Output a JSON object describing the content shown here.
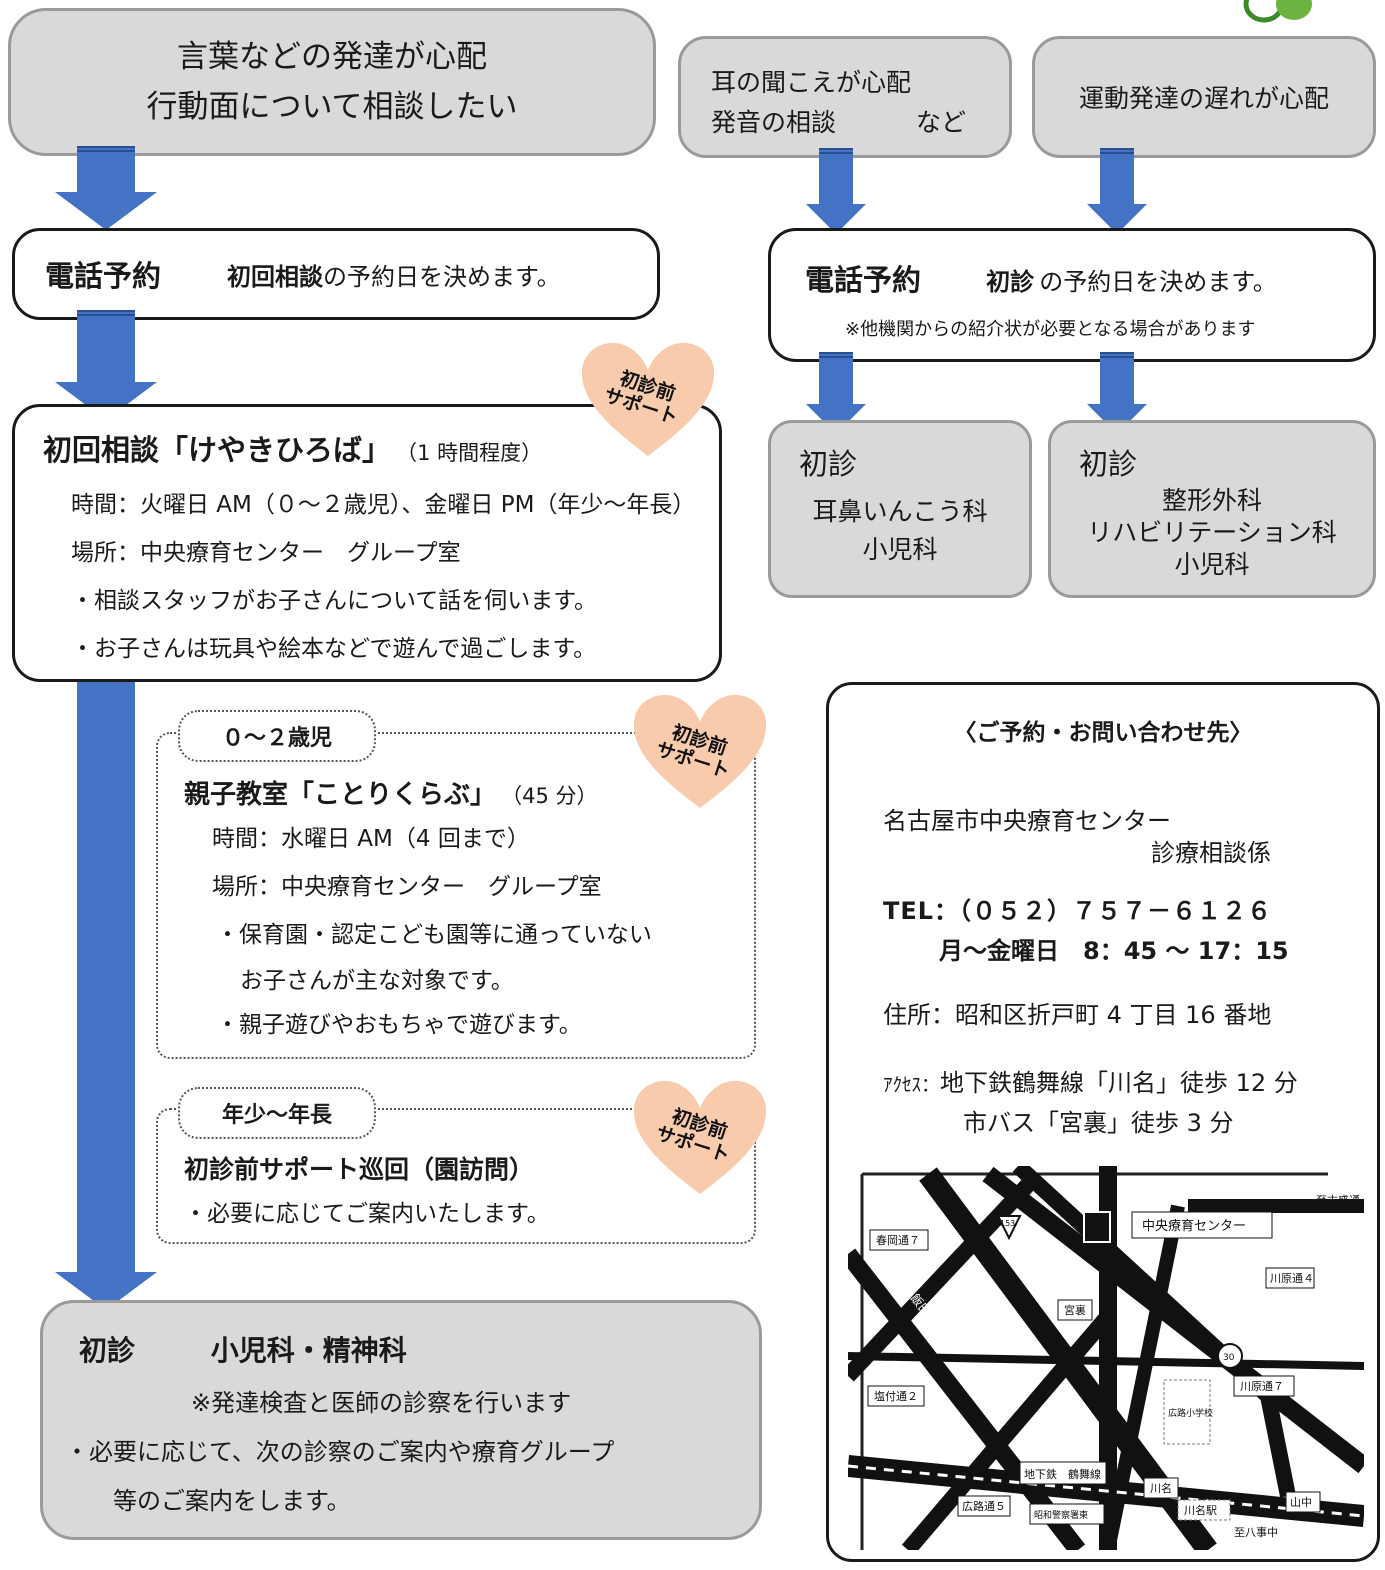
{
  "left": {
    "top_box": {
      "line1": "言葉などの発達が心配",
      "line2": "行動面について相談したい"
    },
    "phone": {
      "label": "電話予約",
      "bold": "初回相談",
      "rest": "の予約日を決めます。"
    },
    "first_consult": {
      "title": "初回相談「けやきひろば」",
      "duration": "（1 時間程度）",
      "time": "時間：火曜日 AM（０～２歳児）、金曜日 PM（年少～年長）",
      "place": "場所：中央療育センター　グループ室",
      "bullet1": "・相談スタッフがお子さんについて話を伺います。",
      "bullet2": "・お子さんは玩具や絵本などで遊んで過ごします。"
    },
    "kotori": {
      "tag": "０～２歳児",
      "title": "親子教室「ことりくらぶ」",
      "duration": "（45 分）",
      "time": "時間：水曜日 AM（4 回まで）",
      "place": "場所：中央療育センター　グループ室",
      "bullet1a": "・保育園・認定こども園等に通っていない",
      "bullet1b": "お子さんが主な対象です。",
      "bullet2": "・親子遊びやおもちゃで遊びます。"
    },
    "visit": {
      "tag": "年少～年長",
      "title": "初診前サポート巡回（園訪問）",
      "bullet": "・必要に応じてご案内いたします。"
    },
    "final": {
      "label": "初診",
      "depts": "小児科・精神科",
      "note": "※発達検査と医師の診察を行います",
      "bullet_a": "・必要に応じて、次の診察のご案内や療育グループ",
      "bullet_b": "等のご案内をします。"
    }
  },
  "heart_label_line1": "初診前",
  "heart_label_line2": "サポート",
  "right": {
    "hearing_box": {
      "line1": "耳の聞こえが心配",
      "line2a": "発音の相談",
      "line2b": "など"
    },
    "motor_box": {
      "line1": "運動発達の遅れが心配"
    },
    "phone": {
      "label": "電話予約",
      "bold": "初診",
      "rest": "の予約日を決めます。",
      "note": "※他機関からの紹介状が必要となる場合があります"
    },
    "ent": {
      "label": "初診",
      "dept1": "耳鼻いんこう科",
      "dept2": "小児科"
    },
    "ortho": {
      "label": "初診",
      "dept1": "整形外科",
      "dept2": "リハビリテーション科",
      "dept3": "小児科"
    }
  },
  "contact": {
    "heading": "〈ご予約・お問い合わせ先〉",
    "org": "名古屋市中央療育センター",
    "dept": "診療相談係",
    "tel": "TEL：（０５２）７５７－６１２６",
    "hours": "月～金曜日　8：45 ～ 17：15",
    "address": "住所：昭和区折戸町 4 丁目 16 番地",
    "access_label": "ｱｸｾｽ：",
    "access1": "地下鉄鶴舞線「川名」徒歩 12 分",
    "access2": "市バス「宮裏」徒歩 3 分"
  },
  "map": {
    "center": "中央療育センター",
    "to_suemori": "至末盛通",
    "harunaoka": "春岡通７",
    "route153": "153",
    "kawahara4": "川原通４",
    "iida": "飯田街道",
    "miyaura": "宮裏",
    "route30": "30",
    "kawahara7": "川原通７",
    "shiotsuke": "塩付通２",
    "school": "広路小学校",
    "subway": "地下鉄　鶴舞線",
    "kawana": "川名",
    "hirojidori": "広路通５",
    "police": "昭和警察署東",
    "kawana_station": "川名駅",
    "yamanaka": "山中",
    "to_yagoto": "至八事中"
  }
}
